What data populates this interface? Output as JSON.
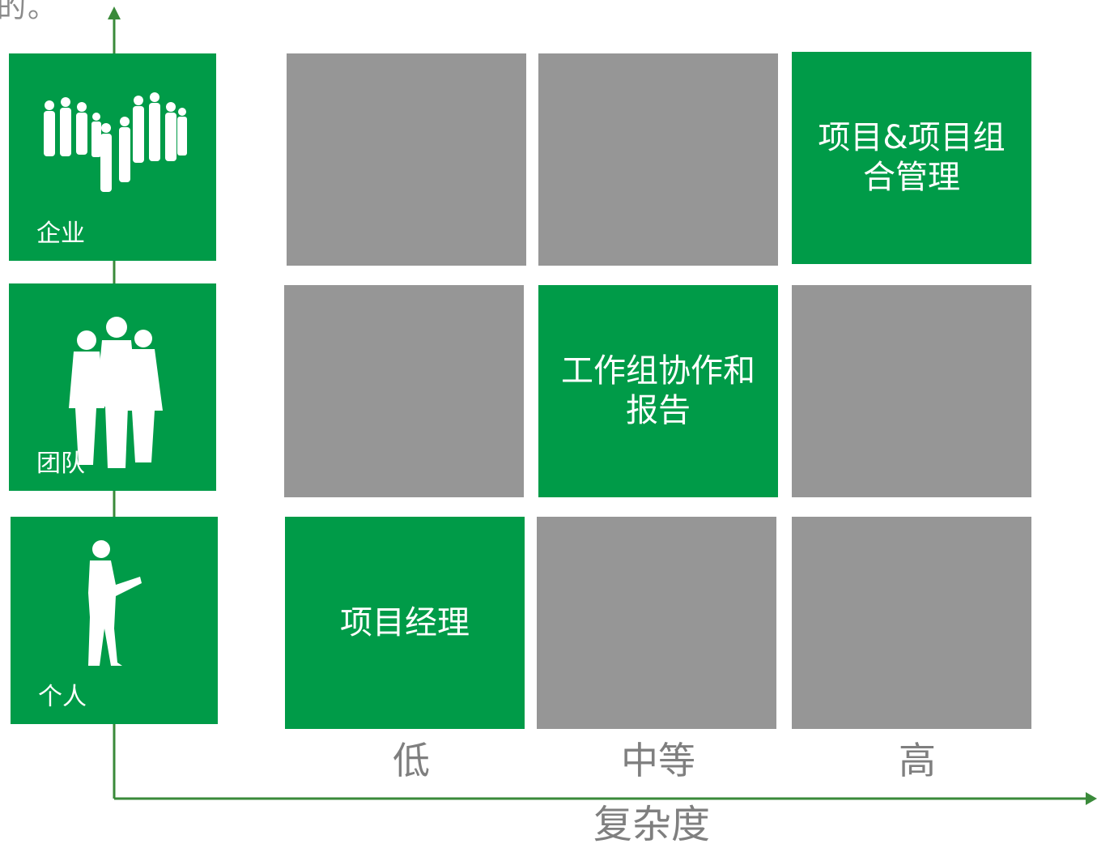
{
  "cut_text": "的。",
  "colors": {
    "green": "#009b48",
    "gray": "#969696",
    "axis": "#3a8a3a",
    "label": "#7f7f7f"
  },
  "levels": [
    {
      "label": "企业",
      "icon": "crowd-silhouette-icon"
    },
    {
      "label": "团队",
      "icon": "group-silhouette-icon"
    },
    {
      "label": "个人",
      "icon": "person-silhouette-icon"
    }
  ],
  "grid": {
    "row_enterprise": [
      "",
      "",
      "项目&项目组合管理"
    ],
    "row_team": [
      "",
      "工作组协作和报告",
      ""
    ],
    "row_individual": [
      "项目经理",
      "",
      ""
    ]
  },
  "columns": [
    "低",
    "中等",
    "高"
  ],
  "x_axis_title": "复杂度"
}
